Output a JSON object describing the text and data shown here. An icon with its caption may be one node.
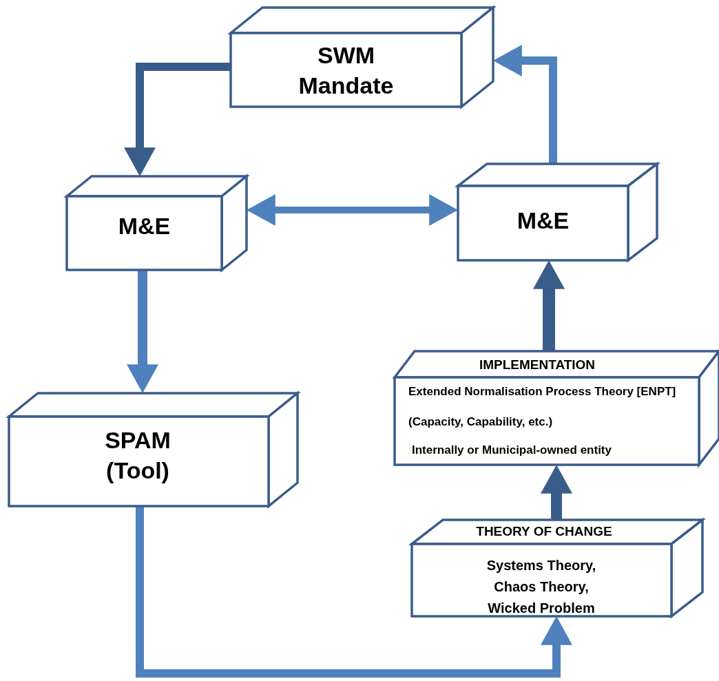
{
  "diagram": {
    "nodes": [
      {
        "text": [
          "SWM Mandate"
        ]
      },
      {
        "text": [
          "M&E"
        ]
      },
      {
        "text": [
          "M&E"
        ]
      },
      {
        "text": [
          "SPAM (Tool)"
        ]
      },
      {
        "text": [
          "IMPLEMENTATION",
          "Extended Normalisation Process Theory [ENPT] (Capacity, Capability, etc.)",
          "Internally or Municipal-owned entity"
        ]
      },
      {
        "text": [
          "THEORY OF CHANGE",
          "Systems Theory, Chaos Theory, Wicked Problem"
        ]
      }
    ],
    "edges": [
      {
        "from": 0,
        "to": 1,
        "arrow": "to",
        "color": "#385d8a"
      },
      {
        "from": 2,
        "to": 0,
        "arrow": "to"
      },
      {
        "from": 1,
        "to": 2,
        "arrow": "both"
      },
      {
        "from": 1,
        "to": 3,
        "arrow": "to"
      },
      {
        "from": 3,
        "to": 5,
        "arrow": "to"
      },
      {
        "from": 5,
        "to": 4,
        "arrow": "to",
        "color": "#385d8a"
      },
      {
        "from": 4,
        "to": 2,
        "arrow": "to",
        "color": "#385d8a"
      }
    ]
  }
}
